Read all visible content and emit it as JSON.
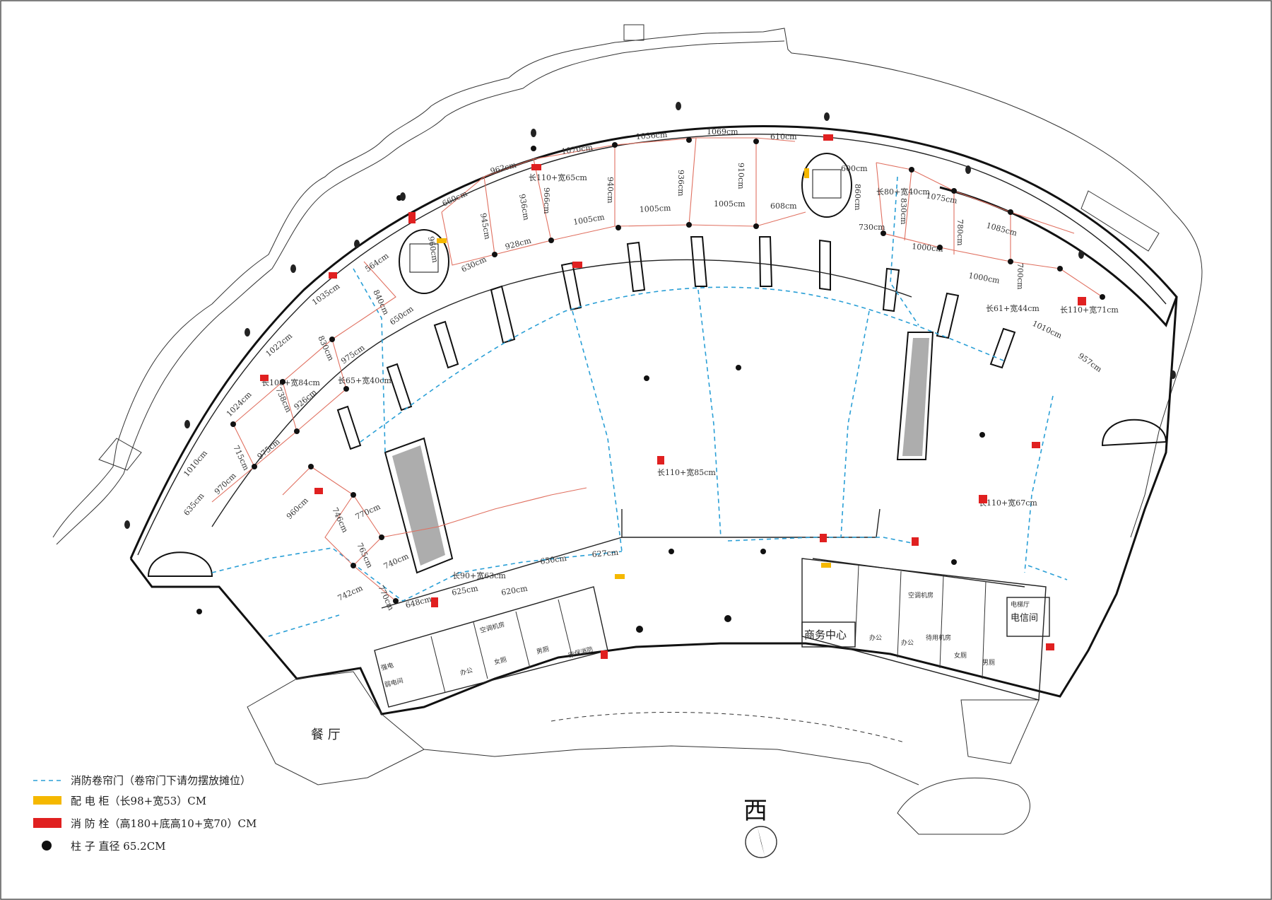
{
  "legend": {
    "shutter": "消防卷帘门（卷帘门下请勿摆放摊位）",
    "cabinet": "配 电 柜（长98+宽53）CM",
    "hydrant": "消 防 栓（高180+底高10+宽70）CM",
    "column": "柱 子      直径 65.2CM"
  },
  "compass_label": "西",
  "rooms": {
    "restaurant": "餐  厅",
    "business_center": "商务中心",
    "telecom": "电信间",
    "ac_room_left": "空调机房",
    "ac_room_right": "空调机房",
    "office_left": "办公",
    "office_right_1": "办公",
    "office_right_2": "办公",
    "toilet_left": "女厕",
    "toilet_left_2": "男厕",
    "toilet_right": "男厕",
    "toilet_right_2": "女厕",
    "security": "安保消防",
    "power_left": "强电",
    "power_left_2": "弱电间",
    "lift_hall": "电梯厅",
    "standby": "待用机房"
  },
  "dimensions": [
    "1070cm",
    "1036cm",
    "1069cm",
    "610cm",
    "962cm",
    "966cm",
    "940cm",
    "936cm",
    "910cm",
    "660cm",
    "945cm",
    "936cm",
    "1005cm",
    "1005cm",
    "1005cm",
    "608cm",
    "928cm",
    "960cm",
    "630cm",
    "564cm",
    "840cm",
    "650cm",
    "1035cm",
    "830cm",
    "975cm",
    "1022cm",
    "738cm",
    "926cm",
    "1024cm",
    "715cm",
    "975cm",
    "1010cm",
    "970cm",
    "635cm",
    "960cm",
    "746cm",
    "770cm",
    "765cm",
    "740cm",
    "742cm",
    "770cm",
    "648cm",
    "625cm",
    "620cm",
    "650cm",
    "627cm",
    "600cm",
    "860cm",
    "830cm",
    "1075cm",
    "730cm",
    "1000cm",
    "780cm",
    "1085cm",
    "700cm",
    "1000cm",
    "1010cm",
    "957cm"
  ],
  "booth_labels": [
    "长110+宽65cm",
    "长108+宽84cm",
    "长65+宽40cm",
    "长110+宽85cm",
    "长90+宽63cm",
    "长80+宽40cm",
    "长61+宽44cm",
    "长110+宽71cm",
    "长110+宽67cm"
  ],
  "colors": {
    "shutter_line": "#2a9fd6",
    "cabinet": "#f5b800",
    "hydrant": "#e02020",
    "column": "#111111",
    "dimension_line": "#e07060"
  }
}
